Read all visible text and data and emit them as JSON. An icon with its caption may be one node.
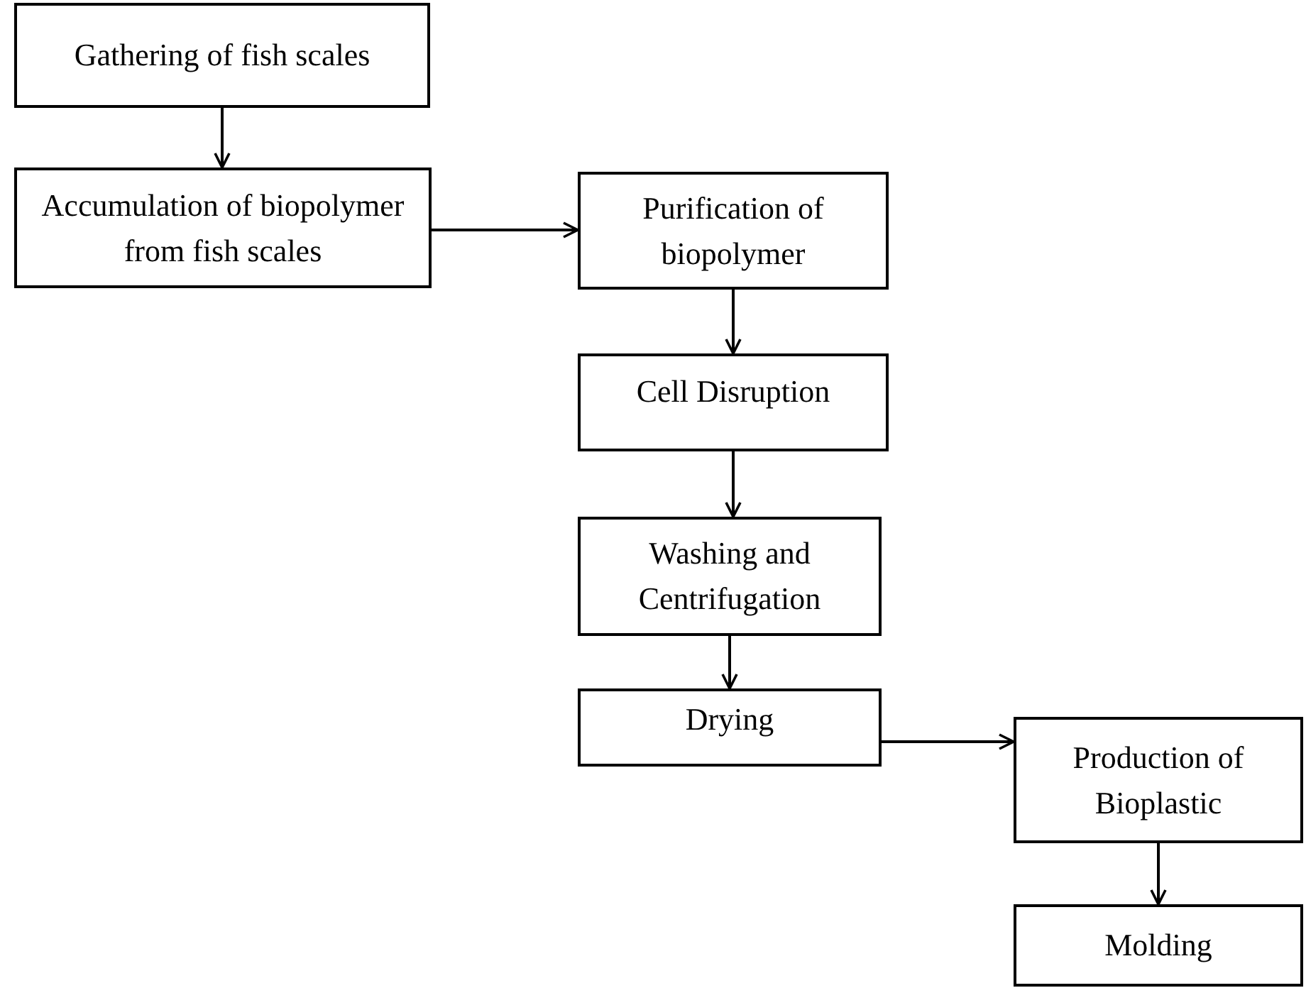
{
  "diagram": {
    "nodes": [
      {
        "text": [
          "Gathering of fish scales"
        ]
      },
      {
        "text": [
          "Accumulation of biopolymer from fish scales"
        ]
      },
      {
        "text": [
          "Purification of biopolymer"
        ]
      },
      {
        "text": [
          "Cell Disruption"
        ]
      },
      {
        "text": [
          "Washing and Centrifugation"
        ]
      },
      {
        "text": [
          "Drying"
        ]
      },
      {
        "text": [
          "Production of Bioplastic"
        ]
      },
      {
        "text": [
          "Molding"
        ]
      }
    ],
    "edges": [
      {
        "from": 0,
        "to": 1,
        "arrow": "to"
      },
      {
        "from": 1,
        "to": 2,
        "arrow": "to"
      },
      {
        "from": 2,
        "to": 3,
        "arrow": "to"
      },
      {
        "from": 3,
        "to": 4,
        "arrow": "to"
      },
      {
        "from": 4,
        "to": 5,
        "arrow": "to"
      },
      {
        "from": 5,
        "to": 6,
        "arrow": "to"
      },
      {
        "from": 6,
        "to": 7,
        "arrow": "to"
      }
    ]
  }
}
